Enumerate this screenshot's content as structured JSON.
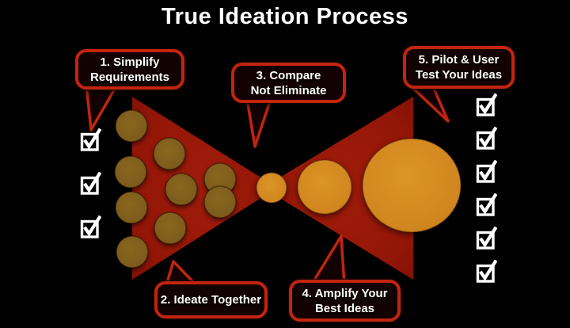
{
  "title": "True Ideation Process",
  "callouts": [
    {
      "step": "1",
      "line1": "1. Simplify",
      "line2": "Requirements"
    },
    {
      "step": "2",
      "line1": "2. Ideate Together",
      "line2": ""
    },
    {
      "step": "3",
      "line1": "3. Compare",
      "line2": "Not Eliminate"
    },
    {
      "step": "4",
      "line1": "4. Amplify Your",
      "line2": "Best Ideas"
    },
    {
      "step": "5",
      "line1": "5. Pilot & User",
      "line2": "Test Your Ideas"
    }
  ],
  "checklists": {
    "left_count": 3,
    "right_count": 6,
    "icon": "checked-checkbox"
  },
  "colors": {
    "background": "#000000",
    "funnel_red": "#931607",
    "callout_border": "#c1250f",
    "callout_fill": "#130202",
    "raw_idea": "#7c5b1c",
    "refined_idea": "#d0861e",
    "text": "#ffffff",
    "checkbox": "#ffffff"
  }
}
